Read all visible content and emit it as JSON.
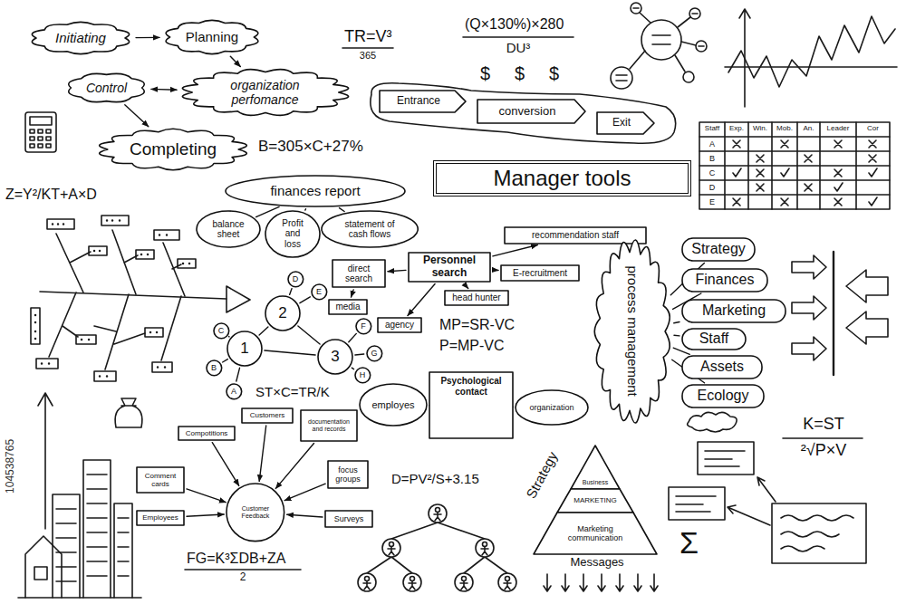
{
  "diagram": {
    "title": "Manager tools",
    "nodes": [
      {
        "text": [
          "Initiating"
        ]
      },
      {
        "text": [
          "Planning"
        ]
      },
      {
        "text": [
          "Control"
        ]
      },
      {
        "text": [
          "organization perfomance"
        ]
      },
      {
        "text": [
          "Completing"
        ]
      },
      {
        "text": [
          "Entrance"
        ]
      },
      {
        "text": [
          "conversion"
        ]
      },
      {
        "text": [
          "Exit"
        ]
      },
      {
        "text": [
          "finances report"
        ]
      },
      {
        "text": [
          "balance sheet"
        ]
      },
      {
        "text": [
          "Profit and loss"
        ]
      },
      {
        "text": [
          "statement of cash flows"
        ]
      },
      {
        "text": [
          "Personnel search"
        ]
      },
      {
        "text": [
          "recommendation staff"
        ]
      },
      {
        "text": [
          "direct search"
        ]
      },
      {
        "text": [
          "E-recruitment"
        ]
      },
      {
        "text": [
          "media"
        ]
      },
      {
        "text": [
          "head hunter"
        ]
      },
      {
        "text": [
          "agency"
        ]
      },
      {
        "text": [
          "1"
        ]
      },
      {
        "text": [
          "2"
        ]
      },
      {
        "text": [
          "3"
        ]
      },
      {
        "text": [
          "A"
        ]
      },
      {
        "text": [
          "B"
        ]
      },
      {
        "text": [
          "C"
        ]
      },
      {
        "text": [
          "D"
        ]
      },
      {
        "text": [
          "E"
        ]
      },
      {
        "text": [
          "F"
        ]
      },
      {
        "text": [
          "G"
        ]
      },
      {
        "text": [
          "H"
        ]
      },
      {
        "text": [
          "process management"
        ]
      },
      {
        "text": [
          "Strategy"
        ]
      },
      {
        "text": [
          "Finances"
        ]
      },
      {
        "text": [
          "Marketing"
        ]
      },
      {
        "text": [
          "Staff"
        ]
      },
      {
        "text": [
          "Assets"
        ]
      },
      {
        "text": [
          "Ecology"
        ]
      },
      {
        "text": [
          "Psychological contact"
        ]
      },
      {
        "text": [
          "employes"
        ]
      },
      {
        "text": [
          "organization"
        ]
      },
      {
        "text": [
          "Customer Feedback"
        ]
      },
      {
        "text": [
          "Compotitions"
        ]
      },
      {
        "text": [
          "Customers"
        ]
      },
      {
        "text": [
          "documentation and records"
        ]
      },
      {
        "text": [
          "focus groups"
        ]
      },
      {
        "text": [
          "Comment cards"
        ]
      },
      {
        "text": [
          "Employees"
        ]
      },
      {
        "text": [
          "Surveys"
        ]
      },
      {
        "text": [
          "Business"
        ]
      },
      {
        "text": [
          "MARKETING"
        ]
      },
      {
        "text": [
          "Marketing communication"
        ]
      }
    ],
    "edges": [
      {
        "from": 0,
        "to": 1,
        "arrow": "to"
      },
      {
        "from": 1,
        "to": 3,
        "arrow": "to"
      },
      {
        "from": 3,
        "to": 2,
        "arrow": "both"
      },
      {
        "from": 2,
        "to": 4,
        "arrow": "to"
      },
      {
        "from": 8,
        "to": 9,
        "arrow": "none"
      },
      {
        "from": 8,
        "to": 10,
        "arrow": "none"
      },
      {
        "from": 8,
        "to": 11,
        "arrow": "none"
      },
      {
        "from": 12,
        "to": 13,
        "arrow": "to"
      },
      {
        "from": 12,
        "to": 14,
        "arrow": "to"
      },
      {
        "from": 12,
        "to": 15,
        "arrow": "to"
      },
      {
        "from": 14,
        "to": 16,
        "arrow": "to"
      },
      {
        "from": 12,
        "to": 17,
        "arrow": "to"
      },
      {
        "from": 12,
        "to": 18,
        "arrow": "to"
      },
      {
        "from": 19,
        "to": 20,
        "arrow": "none"
      },
      {
        "from": 20,
        "to": 21,
        "arrow": "none"
      },
      {
        "from": 19,
        "to": 21,
        "arrow": "none"
      },
      {
        "from": 19,
        "to": 22,
        "arrow": "none"
      },
      {
        "from": 19,
        "to": 23,
        "arrow": "none"
      },
      {
        "from": 19,
        "to": 24,
        "arrow": "none"
      },
      {
        "from": 20,
        "to": 25,
        "arrow": "none"
      },
      {
        "from": 20,
        "to": 26,
        "arrow": "none"
      },
      {
        "from": 21,
        "to": 27,
        "arrow": "none"
      },
      {
        "from": 21,
        "to": 28,
        "arrow": "none"
      },
      {
        "from": 21,
        "to": 29,
        "arrow": "none"
      },
      {
        "from": 30,
        "to": 31,
        "arrow": "none"
      },
      {
        "from": 30,
        "to": 32,
        "arrow": "none"
      },
      {
        "from": 30,
        "to": 33,
        "arrow": "none"
      },
      {
        "from": 30,
        "to": 34,
        "arrow": "none"
      },
      {
        "from": 30,
        "to": 35,
        "arrow": "none"
      },
      {
        "from": 30,
        "to": 36,
        "arrow": "none"
      },
      {
        "from": 38,
        "to": 39,
        "arrow": "both"
      },
      {
        "from": 41,
        "to": 40,
        "arrow": "to"
      },
      {
        "from": 42,
        "to": 40,
        "arrow": "to"
      },
      {
        "from": 43,
        "to": 40,
        "arrow": "to"
      },
      {
        "from": 44,
        "to": 40,
        "arrow": "to"
      },
      {
        "from": 45,
        "to": 40,
        "arrow": "to"
      },
      {
        "from": 46,
        "to": 40,
        "arrow": "to"
      },
      {
        "from": 47,
        "to": 40,
        "arrow": "to"
      }
    ],
    "labels": [
      "TR=V³",
      "365",
      "(Q×130%)×280",
      "DU³",
      "$",
      "$",
      "$",
      "B=305×C+27%",
      "Z=Y²/KT+A×D",
      "MP=SR-VC",
      "P=MP-VC",
      "ST×C=TR/K",
      "D=PV²/S+3.15",
      "FG=K³ΣDB+ZA",
      "2",
      "K=ST",
      "²√P×V",
      "Σ",
      "Messages",
      "Strategy",
      "Staff",
      "Exp.",
      "Win.",
      "Mob.",
      "An.",
      "Leader",
      "Cor",
      "A",
      "B",
      "C",
      "D",
      "E",
      "104538765"
    ]
  }
}
